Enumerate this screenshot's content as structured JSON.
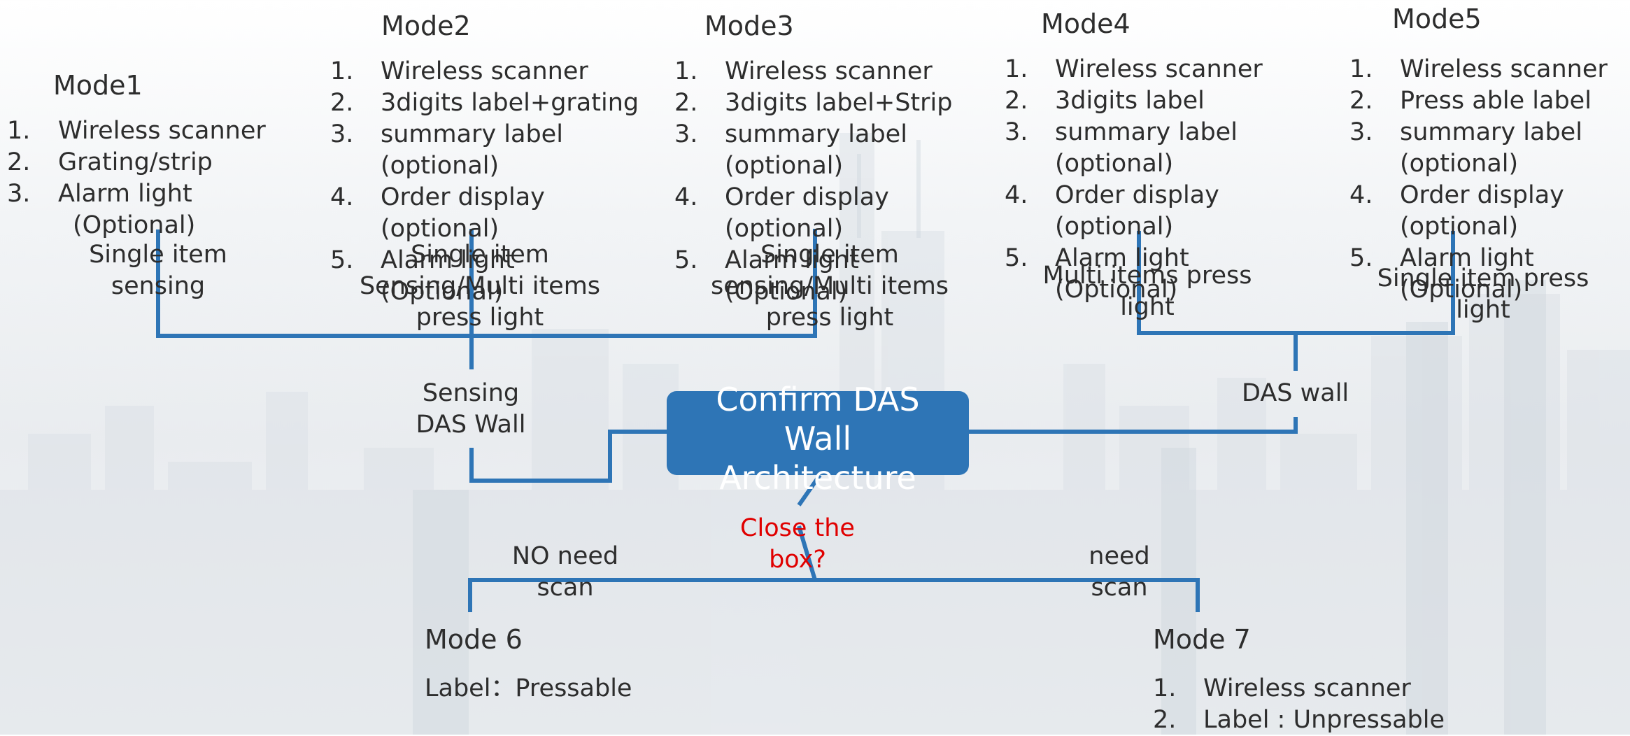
{
  "colors": {
    "connector": "#2e75b6",
    "hub_fill": "#2e75b6",
    "question": "#e00000"
  },
  "modes": {
    "mode1": {
      "title": "Mode1",
      "items": [
        "1.",
        "Wireless scanner",
        "2.",
        "Grating/strip",
        "3.",
        "Alarm light"
      ],
      "optional_note": "(Optional)",
      "caption_lines": [
        "Single item",
        "sensing"
      ]
    },
    "mode2": {
      "title": "Mode2",
      "items": [
        {
          "n": "1.",
          "text": "Wireless scanner"
        },
        {
          "n": "2.",
          "text": "3digits label+grating"
        },
        {
          "n": "3.",
          "text": "summary label (optional)"
        },
        {
          "n": "4.",
          "text": "Order display (optional)"
        },
        {
          "n": "5.",
          "text": "Alarm light (Optional)"
        }
      ],
      "caption_lines": [
        "Single item",
        "Sensing/Multi items",
        "press light"
      ]
    },
    "mode3": {
      "title": "Mode3",
      "items": [
        {
          "n": "1.",
          "text": "Wireless scanner"
        },
        {
          "n": "2.",
          "text": "3digits label+Strip"
        },
        {
          "n": "3.",
          "text": "summary label (optional)"
        },
        {
          "n": "4.",
          "text": "Order display (optional)"
        },
        {
          "n": "5.",
          "text": "Alarm light (Optional)"
        }
      ],
      "caption_lines": [
        "Single item",
        "sensing/Multi items",
        "press light"
      ]
    },
    "mode4": {
      "title": "Mode4",
      "items": [
        {
          "n": "1.",
          "text": "Wireless scanner"
        },
        {
          "n": "2.",
          "text": "3digits label"
        },
        {
          "n": "3.",
          "text": "summary label (optional)"
        },
        {
          "n": "4.",
          "text": "Order display (optional)"
        },
        {
          "n": "5.",
          "text": "Alarm light (Optional)"
        }
      ],
      "caption_lines": [
        "Multi items press",
        "light"
      ]
    },
    "mode5": {
      "title": "Mode5",
      "items": [
        {
          "n": "1.",
          "text": "Wireless scanner"
        },
        {
          "n": "2.",
          "text": "Press able label"
        },
        {
          "n": "3.",
          "text": "summary label (optional)"
        },
        {
          "n": "4.",
          "text": "Order display (optional)"
        },
        {
          "n": "5.",
          "text": "Alarm light (Optional)"
        }
      ],
      "caption_lines": [
        "Single item press",
        "light"
      ]
    },
    "mode6": {
      "title": "Mode 6",
      "label": "Label：Pressable"
    },
    "mode7": {
      "title": "Mode 7",
      "items": [
        {
          "n": "1.",
          "text": "Wireless scanner"
        },
        {
          "n": "2.",
          "text": "Label : Unpressable"
        }
      ]
    }
  },
  "branches": {
    "sensing": [
      "Sensing",
      "DAS Wall"
    ],
    "das_wall": "DAS wall",
    "no_need_scan": [
      "NO need",
      "scan"
    ],
    "need_scan": [
      "need",
      "scan"
    ]
  },
  "hub": {
    "label_lines": [
      "Confirm DAS",
      "Wall",
      "Architecture"
    ]
  },
  "question": {
    "lines": [
      "Close the",
      "box?"
    ]
  }
}
